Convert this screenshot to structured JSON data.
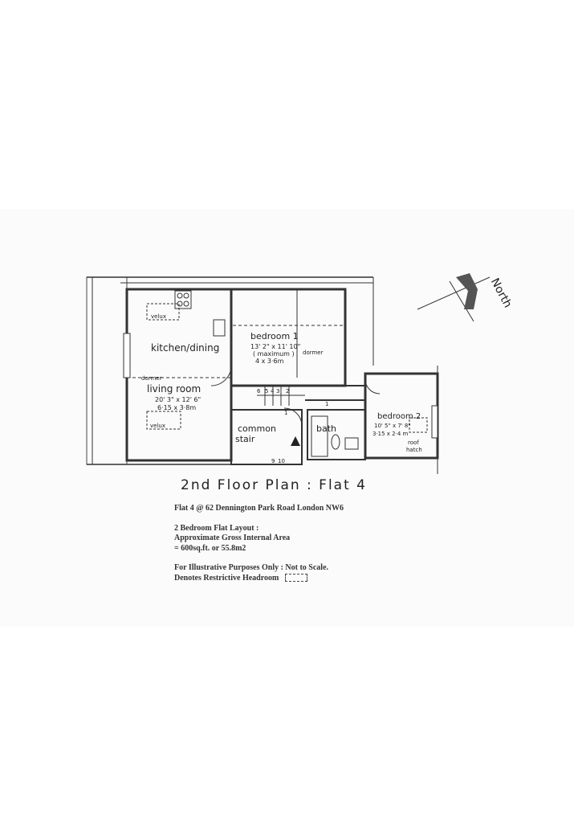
{
  "rooms": {
    "kitchen_dining": "kitchen/dining",
    "living_room": "living room",
    "living_room_imperial": "20' 3\" x 12' 6\"",
    "living_room_metric": "6·15 x 3·8m",
    "bedroom1": "bedroom 1",
    "bedroom1_imperial": "13' 2\" x 11' 10\"",
    "bedroom1_note": "( maximum )",
    "bedroom1_metric": "4 x 3·6m",
    "bedroom2": "bedroom 2",
    "bedroom2_imperial": "10' 5\" x 7' 8\"",
    "bedroom2_metric": "3·15 x 2·4 m",
    "bath": "bath",
    "common_stair_1": "common",
    "common_stair_2": "stair"
  },
  "labels": {
    "velux_top": "velux",
    "velux_bottom": "velux",
    "dormer_left": "dormer",
    "dormer_right": "dormer",
    "roof_hatch_1": "roof",
    "roof_hatch_2": "hatch",
    "north": "North"
  },
  "stair_numbers": [
    "6",
    "5",
    "4",
    "3",
    "2",
    "1",
    "1",
    "9",
    "10"
  ],
  "title": "2nd Floor Plan : Flat 4",
  "notes": {
    "address": "Flat 4 @ 62 Dennington Park Road London NW6",
    "layout": "2 Bedroom Flat Layout :",
    "area_label": "Approximate Gross Internal Area",
    "area_value": "= 600sq.ft. or 55.8m2",
    "disclaimer": "For Illustrative Purposes Only : Not to Scale.",
    "headroom": "Denotes Restrictive Headroom"
  }
}
